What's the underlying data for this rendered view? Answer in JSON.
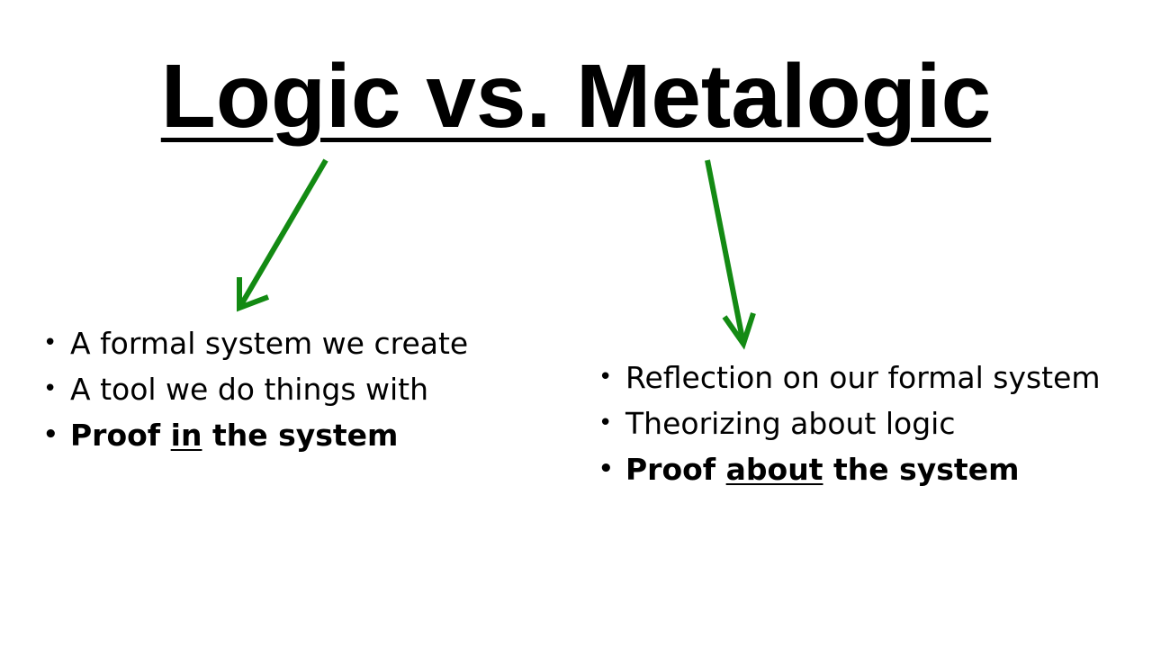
{
  "slide": {
    "title": "Logic vs. Metalogic",
    "arrow_color": "#138A13",
    "left": {
      "items": [
        {
          "text": "A formal system we create"
        },
        {
          "text": "A tool we do things with"
        }
      ],
      "emphasis": {
        "before": "Proof ",
        "underlined": "in",
        "after": " the system"
      }
    },
    "right": {
      "items": [
        {
          "text": "Reflection on our formal system"
        },
        {
          "text": "Theorizing about logic"
        }
      ],
      "emphasis": {
        "before": "Proof ",
        "underlined": "about",
        "after": " the system"
      }
    }
  }
}
